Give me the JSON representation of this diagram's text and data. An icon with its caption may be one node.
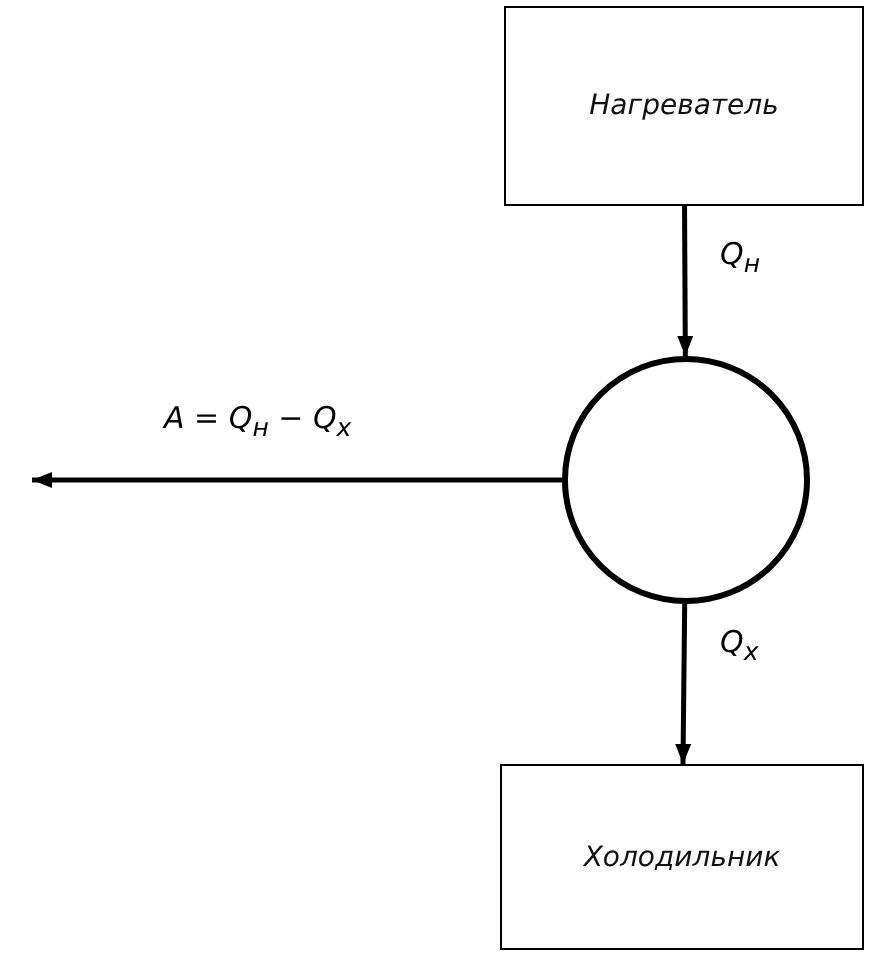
{
  "diagram": {
    "nodes": [
      {
        "text": [
          "Нагреватель"
        ]
      },
      {
        "text": [],
        "shape": "circle"
      },
      {
        "text": [
          "Холодильник"
        ]
      }
    ],
    "edges": [
      {
        "from": 0,
        "to": 1,
        "arrow": "to",
        "label": "Q$_{н}$"
      },
      {
        "from": 1,
        "to": 2,
        "arrow": "to",
        "label": "Q$_{х}$"
      },
      {
        "from": 1,
        "to": null,
        "arrow": "to",
        "label": "A = Q$_{н}$ − Q$_{х}$"
      }
    ]
  }
}
